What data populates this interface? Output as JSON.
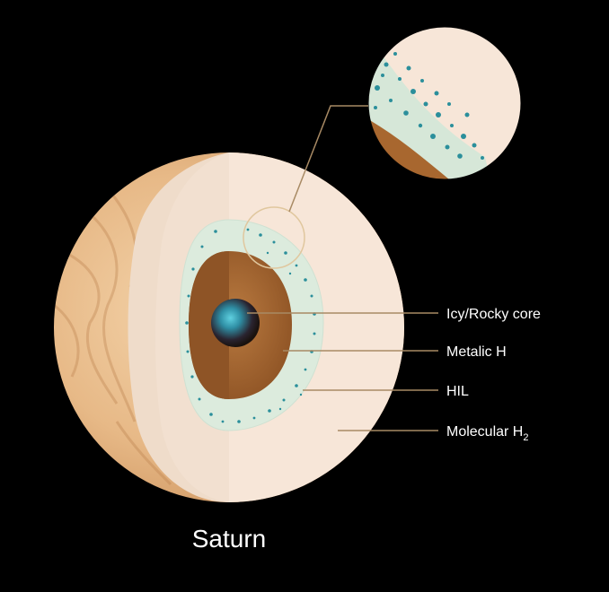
{
  "diagram": {
    "title": "Saturn",
    "layers": [
      {
        "id": "core",
        "label": "Icy/Rocky core"
      },
      {
        "id": "metallic",
        "label": "Metalic H"
      },
      {
        "id": "hil",
        "label": "HIL"
      },
      {
        "id": "molecular",
        "label": "Molecular H",
        "subscript": "2"
      }
    ]
  },
  "colors": {
    "background": "#000000",
    "surface": "#e9c298",
    "molecular_h2": "#f7e6d8",
    "hil": "#dcebdd",
    "metallic_h": "#a8672f",
    "core": "#2f1d14",
    "core_highlight": "#2f8fa5",
    "dots": "#2b8f9b",
    "leader_lines": "#a88a64"
  }
}
